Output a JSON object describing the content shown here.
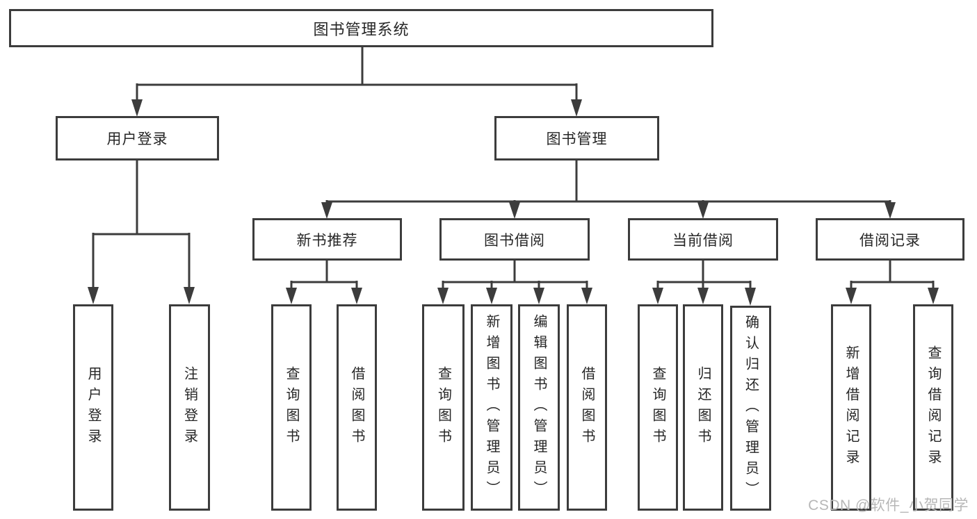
{
  "colors": {
    "line": "#3c3c3c",
    "text": "#262626",
    "box_background": "#ffffff",
    "watermark_text": "#b7b7b7"
  },
  "watermark": "CSDN @软件_小贺同学",
  "nodes": {
    "root": {
      "label": "图书管理系统"
    },
    "level2": [
      {
        "id": "user-login",
        "label": "用户登录"
      },
      {
        "id": "book-management",
        "label": "图书管理"
      }
    ],
    "level3": [
      {
        "id": "new-book-recommend",
        "label": "新书推荐",
        "parent": "图书管理"
      },
      {
        "id": "book-borrowing",
        "label": "图书借阅",
        "parent": "图书管理"
      },
      {
        "id": "current-borrowing",
        "label": "当前借阅",
        "parent": "图书管理"
      },
      {
        "id": "borrowing-records",
        "label": "借阅记录",
        "parent": "图书管理"
      }
    ],
    "leaves": [
      {
        "id": "leaf-user-login",
        "label": "用户登录",
        "parent": "用户登录"
      },
      {
        "id": "leaf-logout",
        "label": "注销登录",
        "parent": "用户登录"
      },
      {
        "id": "leaf-query-books-1",
        "label": "查询图书",
        "parent": "新书推荐"
      },
      {
        "id": "leaf-borrow-books-1",
        "label": "借阅图书",
        "parent": "新书推荐"
      },
      {
        "id": "leaf-query-books-2",
        "label": "查询图书",
        "parent": "图书借阅"
      },
      {
        "id": "leaf-add-books-admin",
        "label": "新增图书（管理员）",
        "parent": "图书借阅"
      },
      {
        "id": "leaf-edit-books-admin",
        "label": "编辑图书（管理员）",
        "parent": "图书借阅"
      },
      {
        "id": "leaf-borrow-books-2",
        "label": "借阅图书",
        "parent": "图书借阅"
      },
      {
        "id": "leaf-query-books-3",
        "label": "查询图书",
        "parent": "当前借阅"
      },
      {
        "id": "leaf-return-books",
        "label": "归还图书",
        "parent": "当前借阅"
      },
      {
        "id": "leaf-confirm-return-admin",
        "label": "确认归还（管理员）",
        "parent": "当前借阅"
      },
      {
        "id": "leaf-add-borrow-record",
        "label": "新增借阅记录",
        "parent": "借阅记录"
      },
      {
        "id": "leaf-query-borrow-record",
        "label": "查询借阅记录",
        "parent": "借阅记录"
      }
    ]
  }
}
